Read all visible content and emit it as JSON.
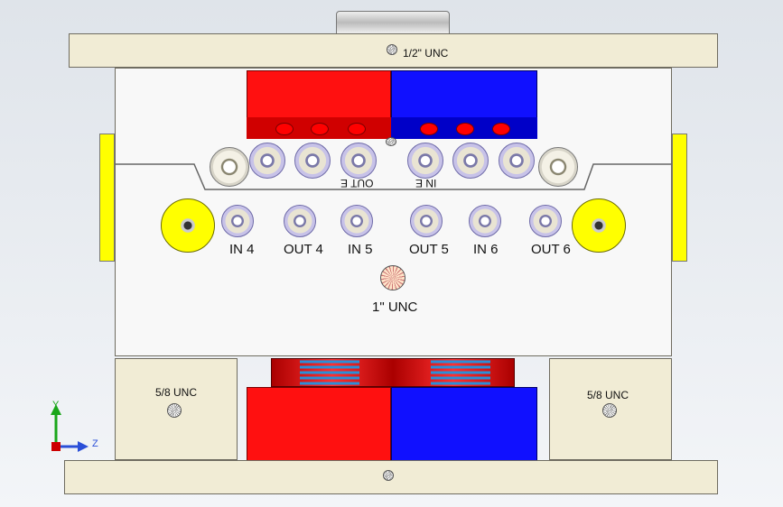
{
  "labels": {
    "top_thread": "1/2\" UNC",
    "in4": "IN 4",
    "out4": "OUT 4",
    "in5": "IN 5",
    "out5": "OUT 5",
    "in6": "IN 6",
    "out6": "OUT 6",
    "center_thread": "1\" UNC",
    "mirrored_out": "OUT E",
    "mirrored_in": "IN E",
    "left_block_thread": "5/8 UNC",
    "right_block_thread": "5/8 UNC"
  },
  "triad": {
    "y": "Y",
    "z": "Z"
  },
  "colors": {
    "red": "#ff1010",
    "blue": "#1010ff",
    "yellow": "#ffff00",
    "plate": "#f1ecd5",
    "spring": "#3fa0e0"
  }
}
